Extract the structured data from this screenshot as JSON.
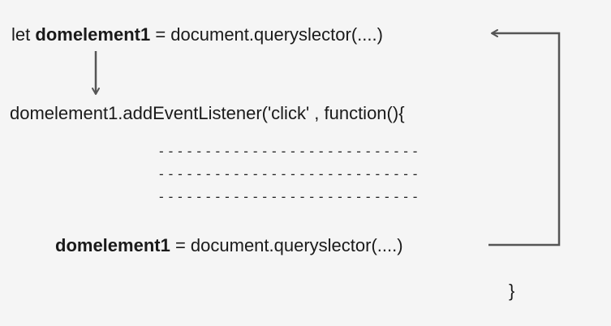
{
  "code": {
    "let_keyword": "let",
    "let_variable": "domelement1",
    "let_assignment": "= document.queryslector(....)",
    "listener_line": "domelement1.addEventListener('click' , function(){",
    "body_dashes": [
      "- - - - - - - - - - - - - - - - - - - - - - - - - - - -",
      "- - - - - - - - - - - - - - - - - - - - - - - - - - - -",
      "- - - - - - - - - - - - - - - - - - - - - - - - - - - -"
    ],
    "reassign_variable": "domelement1",
    "reassign_assignment": "= document.queryslector(....)",
    "closing_brace": "}"
  },
  "colors": {
    "background": "#f5f5f5",
    "text": "#1a1a1a",
    "arrow": "#555555"
  }
}
